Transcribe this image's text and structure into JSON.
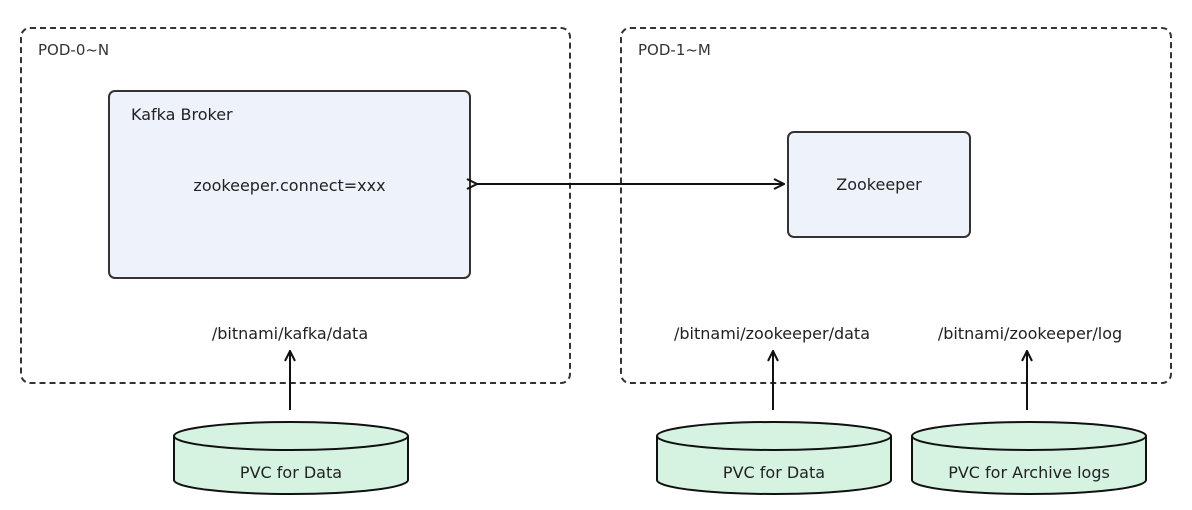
{
  "pods": {
    "kafka_pod_label": "POD-0~N",
    "zk_pod_label": "POD-1~M"
  },
  "kafka_broker": {
    "title": "Kafka Broker",
    "config": "zookeeper.connect=xxx"
  },
  "zookeeper": {
    "title": "Zookeeper"
  },
  "mount_paths": {
    "kafka_data": "/bitnami/kafka/data",
    "zk_data": "/bitnami/zookeeper/data",
    "zk_log": "/bitnami/zookeeper/log"
  },
  "volumes": {
    "kafka_pvc": "PVC for Data",
    "zk_data_pvc": "PVC for Data",
    "zk_log_pvc": "PVC for Archive logs"
  },
  "colors": {
    "box_fill": "#eef2fb",
    "disk_fill": "#d6f3e2",
    "stroke": "#111111"
  }
}
